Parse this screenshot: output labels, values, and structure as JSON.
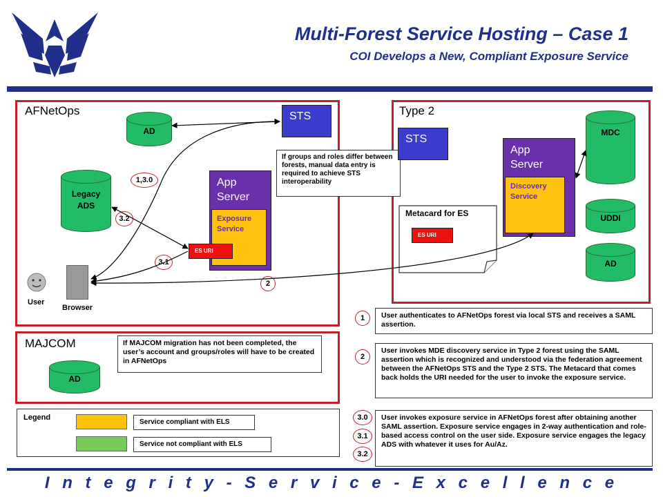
{
  "header": {
    "title": "Multi-Forest Service Hosting – Case 1",
    "subtitle": "COI Develops a New, Compliant Exposure Service"
  },
  "colors": {
    "brand_blue": "#1f2f8a",
    "region_border": "#c0202a",
    "sts_blue": "#3b3bcc",
    "app_server_purple": "#6a2faa",
    "compliant_yellow": "#ffc20e",
    "noncompliant_green": "#22bb66",
    "es_uri_red": "#ee1111"
  },
  "logo": {
    "icon": "air-force-wings-logo"
  },
  "afnetops": {
    "label": "AFNetOps",
    "ad": "AD",
    "sts": "STS",
    "legacy_ads": [
      "Legacy",
      "ADS"
    ],
    "app_server": [
      "App",
      "Server"
    ],
    "exposure_service": [
      "Exposure",
      "Service"
    ],
    "es_uri": "ES URI",
    "user": "User",
    "browser": "Browser",
    "note": "If groups and roles differ between forests, manual data entry is required to achieve STS interoperability"
  },
  "type2": {
    "label": "Type 2",
    "sts": "STS",
    "app_server": [
      "App",
      "Server"
    ],
    "discovery_service": [
      "Discovery",
      "Service"
    ],
    "metacard_title": "Metacard for ES",
    "es_uri": "ES URI",
    "mdc": "MDC",
    "uddi": "UDDI",
    "ad": "AD"
  },
  "majcom": {
    "label": "MAJCOM",
    "ad": "AD",
    "note": "If MAJCOM migration has not been completed, the user’s account and groups/roles will have to be  created in AFNetOps"
  },
  "diagram_badges": {
    "b130": "1,3.0",
    "b32": "3.2",
    "b31": "3.1",
    "b2": "2"
  },
  "steps": [
    {
      "badges": [
        "1"
      ],
      "text": "User authenticates to AFNetOps forest via local STS and receives a SAML assertion."
    },
    {
      "badges": [
        "2"
      ],
      "text": "User invokes MDE discovery service in Type 2 forest using the SAML assertion which is recognized and understood via the federation agreement between the AFNetOps STS and the Type 2 STS.  The Metacard that comes back holds the URI needed for the user to invoke the exposure service."
    },
    {
      "badges": [
        "3.0",
        "3.1",
        "3.2"
      ],
      "text": "User invokes exposure service in AFNetOps forest after obtaining another SAML assertion.  Exposure service engages in 2-way authentication and role-based access control on the user side.  Exposure service engages the legacy ADS with whatever it uses for Au/Az."
    }
  ],
  "legend": {
    "title": "Legend",
    "compliant": "Service compliant with ELS",
    "noncompliant": "Service not compliant with ELS"
  },
  "footer": "I n t e g r i t y  -  S e r v i c e  -  E x c e l l e n c e"
}
